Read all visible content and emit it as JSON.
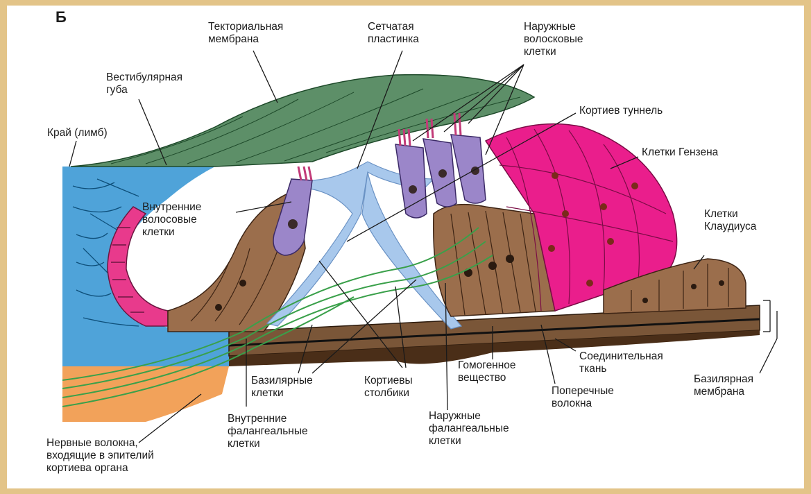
{
  "figure_letter": "Б",
  "colors": {
    "background": "#e3c488",
    "tectorial": "#5d8f68",
    "limbus": "#4fa3d9",
    "hensen": "#ea1e8c",
    "hair_cells": "#9b86c9",
    "supporting": "#9b6e4c",
    "pillars": "#a8c8ec",
    "nerve": "#3aa04a",
    "basilar": "#7a5638"
  },
  "labels": {
    "tectorial": "Текториальная\nмембрана",
    "reticular": "Сетчатая\nпластинка",
    "outer_hair": "Наружные\nволосковые\nклетки",
    "vestib_lip": "Вестибулярная\nгуба",
    "corti_tunnel": "Кортиев туннель",
    "limb": "Край (лимб)",
    "hensen": "Клетки Гензена",
    "inner_hair": "Внутренние\nволосовые\nклетки",
    "claudius": "Клетки\nКлаудиуса",
    "connective": "Соединительная\nткань",
    "basilar_membrane": "Базилярная\nмембрана",
    "basilar_cells": "Базилярные\nклетки",
    "pillars": "Кортиевы\nстолбики",
    "homogeneous": "Гомогенное\nвещество",
    "transverse": "Поперечные\nволокна",
    "inner_phal": "Внутренние\nфалангеальные\nклетки",
    "outer_phal": "Наружные\nфалангеальные\nклетки",
    "nerve_fibers": "Нервные волокна,\nвходящие в эпителий\nкортиева органа"
  }
}
